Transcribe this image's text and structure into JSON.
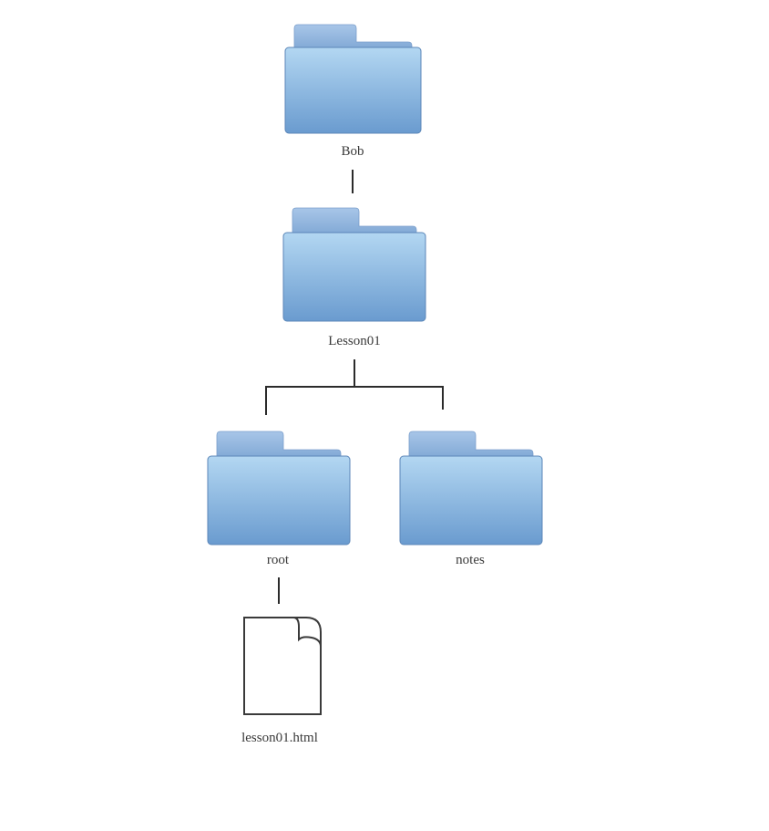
{
  "tree": {
    "bob": {
      "label": "Bob",
      "icon": "folder-icon"
    },
    "lesson01": {
      "label": "Lesson01",
      "icon": "folder-icon"
    },
    "root": {
      "label": "root",
      "icon": "folder-icon"
    },
    "notes": {
      "label": "notes",
      "icon": "folder-icon"
    },
    "lesson01_html": {
      "label": "lesson01.html",
      "icon": "document-icon"
    }
  },
  "colors": {
    "folder_light": "#b3d7f2",
    "folder_dark": "#6a9bcf",
    "folder_tab_light": "#a8c6e8",
    "folder_tab_dark": "#7ea6d4",
    "folder_border": "#5b86b8",
    "line": "#2b2b2b",
    "document_stroke": "#3a3a3a",
    "label_text": "#3a3a3a"
  }
}
